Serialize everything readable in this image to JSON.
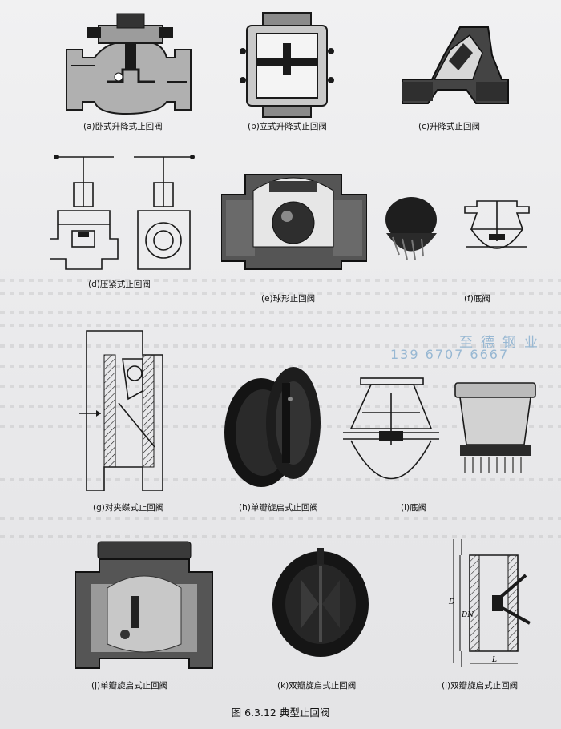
{
  "figures": [
    {
      "caption": "(a)卧式升降式止回阀"
    },
    {
      "caption": "(b)立式升降式止回阀"
    },
    {
      "caption": "(c)升降式止回阀"
    },
    {
      "caption": "(d)压紧式止回阀"
    },
    {
      "caption": "(e)球形止回阀"
    },
    {
      "caption": "(f)底阀"
    },
    {
      "caption": "(g)对夹蝶式止回阀"
    },
    {
      "caption": "(h)单瓣旋启式止回阀"
    },
    {
      "caption": "(i)底阀"
    },
    {
      "caption": "(j)单瓣旋启式止回阀"
    },
    {
      "caption": "(k)双瓣旋启式止回阀"
    },
    {
      "caption": "(l)双瓣旋启式止回阀"
    }
  ],
  "watermark": {
    "company": "至德钢业",
    "phone": "139 6707 6667"
  },
  "drawing_labels": {
    "D": "D",
    "DN": "DN",
    "L": "L"
  },
  "figure_title": "图 6.3.12    典型止回阀",
  "colors": {
    "ink": "#1a1a1a",
    "section_gray": "#9a9a9a",
    "cast_dark": "#262626",
    "paper": "#ececed",
    "watermark": "#98b8d3"
  }
}
